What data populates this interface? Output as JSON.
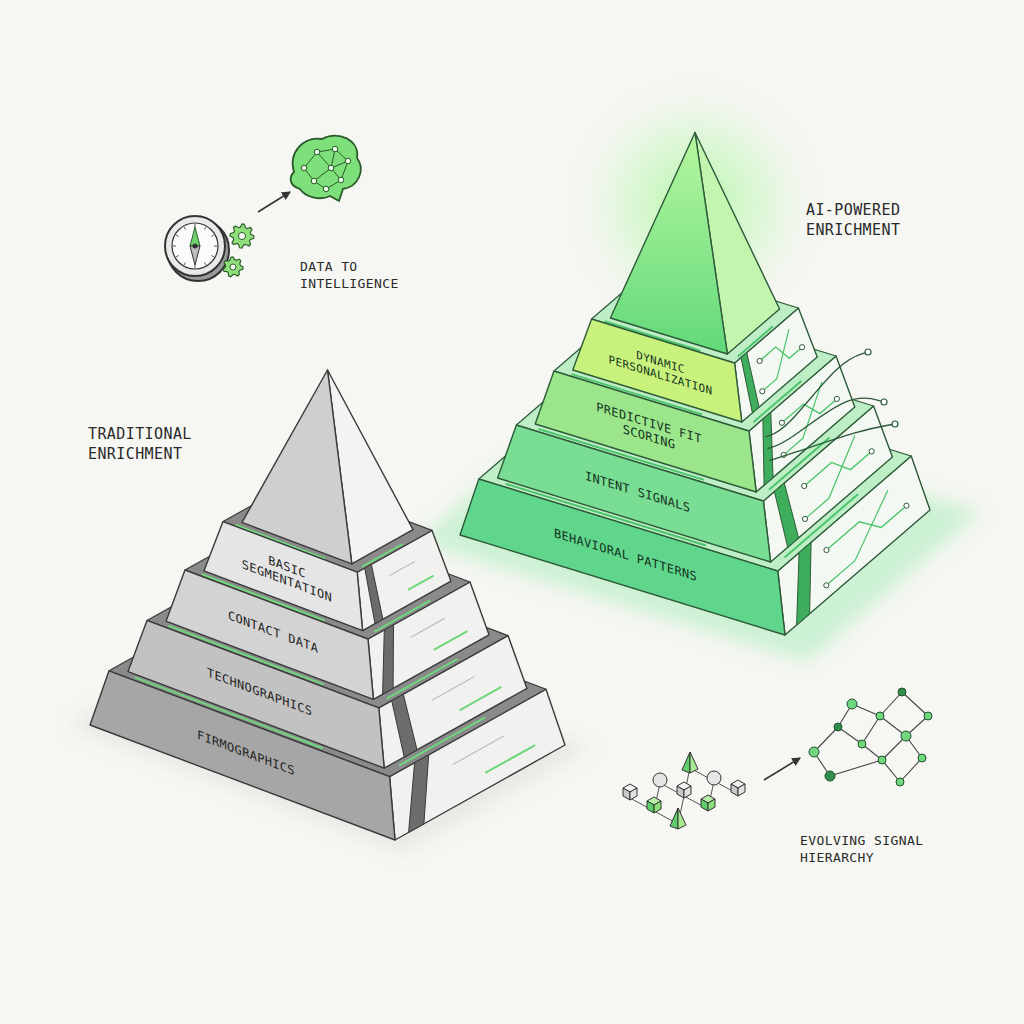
{
  "diagram": {
    "nodes": [
      {
        "text": [
          "BASIC SEGMENTATION"
        ]
      },
      {
        "text": [
          "CONTACT DATA"
        ]
      },
      {
        "text": [
          "TECHNOGRAPHICS"
        ]
      },
      {
        "text": [
          "FIRMOGRAPHICS"
        ]
      },
      {
        "text": [
          "DYNAMIC PERSONALIZATION"
        ]
      },
      {
        "text": [
          "PREDICTIVE FIT SCORING"
        ]
      },
      {
        "text": [
          "INTENT SIGNALS"
        ]
      },
      {
        "text": [
          "BEHAVIORAL PATTERNS"
        ]
      }
    ],
    "labels": [
      "AI-POWERED ENRICHMENT",
      "DATA TO INTELLIGENCE",
      "TRADITIONAL ENRICHMENT",
      "EVOLVING SIGNAL HIERARCHY"
    ]
  }
}
